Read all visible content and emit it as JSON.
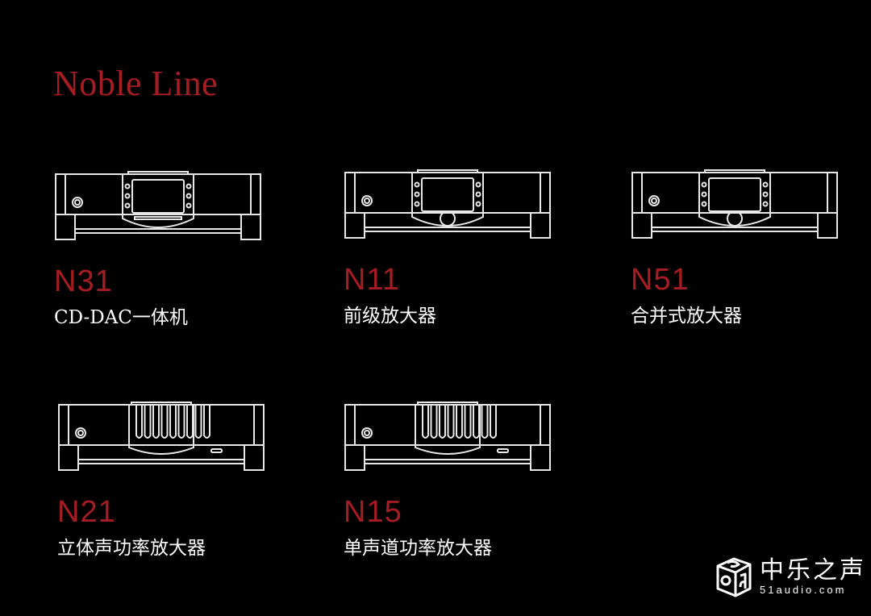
{
  "title": "Noble Line",
  "products": [
    {
      "model": "N31",
      "description": "CD-DAC一体机",
      "type": "cd"
    },
    {
      "model": "N11",
      "description": "前级放大器",
      "type": "pre"
    },
    {
      "model": "N51",
      "description": "合并式放大器",
      "type": "pre"
    },
    {
      "model": "N21",
      "description": "立体声功率放大器",
      "type": "amp"
    },
    {
      "model": "N15",
      "description": "单声道功率放大器",
      "type": "amp"
    }
  ],
  "logo": {
    "name_cn": "中乐之声",
    "domain": "51audio.com"
  }
}
